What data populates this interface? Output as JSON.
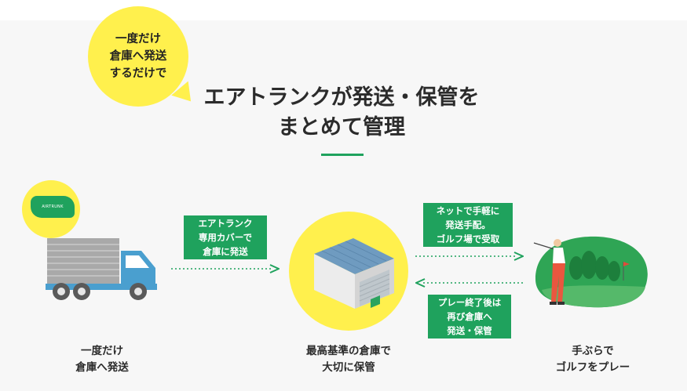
{
  "bubble": {
    "lines": [
      "一度だけ",
      "倉庫へ発送",
      "するだけで"
    ]
  },
  "headline": {
    "line1": "エアトランクが発送・保管を",
    "line2": "まとめて管理"
  },
  "card_logo": {
    "text": "AIRTRUNK"
  },
  "boxes": {
    "ship_to_warehouse": [
      "エアトランク",
      "専用カバーで",
      "倉庫に発送"
    ],
    "online_arrange": [
      "ネットで手軽に",
      "発送手配。",
      "ゴルフ場で受取"
    ],
    "after_play": [
      "プレー終了後は",
      "再び倉庫へ",
      "発送・保管"
    ]
  },
  "captions": {
    "left": [
      "一度だけ",
      "倉庫へ発送"
    ],
    "middle": [
      "最高基準の倉庫で",
      "大切に保管"
    ],
    "right": [
      "手ぶらで",
      "ゴルフをプレー"
    ]
  },
  "colors": {
    "accent_green": "#1fa25d",
    "accent_yellow": "#fff04d",
    "truck_blue": "#4a9fcf"
  }
}
